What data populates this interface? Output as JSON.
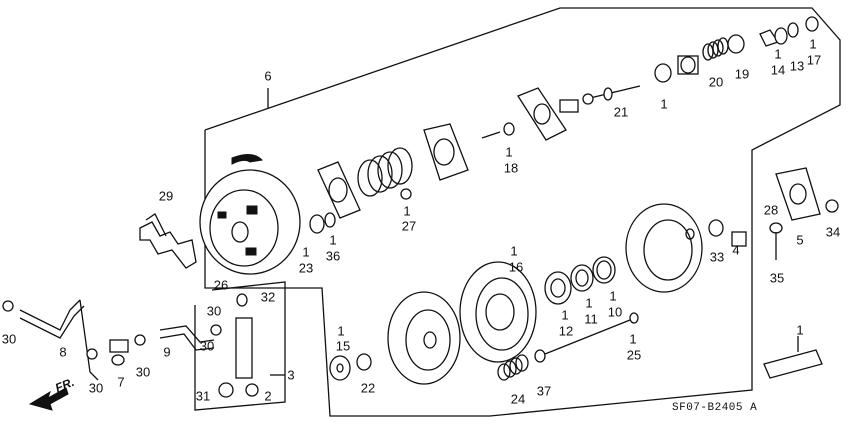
{
  "diagram": {
    "callouts": [
      {
        "id": "c6",
        "text": "6"
      },
      {
        "id": "c1a",
        "text": "1"
      },
      {
        "id": "c21",
        "text": "21"
      },
      {
        "id": "c20",
        "text": "20"
      },
      {
        "id": "c19",
        "text": "19"
      },
      {
        "id": "c1b",
        "text": "1"
      },
      {
        "id": "c14",
        "text": "14"
      },
      {
        "id": "c13",
        "text": "13"
      },
      {
        "id": "c1c",
        "text": "1"
      },
      {
        "id": "c17",
        "text": "17"
      },
      {
        "id": "c1d",
        "text": "1"
      },
      {
        "id": "c18",
        "text": "18"
      },
      {
        "id": "c1e",
        "text": "1"
      },
      {
        "id": "c27",
        "text": "27"
      },
      {
        "id": "c29",
        "text": "29"
      },
      {
        "id": "c1f",
        "text": "1"
      },
      {
        "id": "c23",
        "text": "23"
      },
      {
        "id": "c1g",
        "text": "1"
      },
      {
        "id": "c36",
        "text": "36"
      },
      {
        "id": "c26",
        "text": "26"
      },
      {
        "id": "c1h",
        "text": "1"
      },
      {
        "id": "c16",
        "text": "16"
      },
      {
        "id": "c28",
        "text": "28"
      },
      {
        "id": "c5",
        "text": "5"
      },
      {
        "id": "c34",
        "text": "34"
      },
      {
        "id": "c33",
        "text": "33"
      },
      {
        "id": "c4",
        "text": "4"
      },
      {
        "id": "c35",
        "text": "35"
      },
      {
        "id": "c32",
        "text": "32"
      },
      {
        "id": "c30a",
        "text": "30"
      },
      {
        "id": "c30b",
        "text": "30"
      },
      {
        "id": "c8",
        "text": "8"
      },
      {
        "id": "c9",
        "text": "9"
      },
      {
        "id": "c30c",
        "text": "30"
      },
      {
        "id": "c30d",
        "text": "30"
      },
      {
        "id": "c7",
        "text": "7"
      },
      {
        "id": "c30e",
        "text": "30"
      },
      {
        "id": "c3",
        "text": "3"
      },
      {
        "id": "c31",
        "text": "31"
      },
      {
        "id": "c2",
        "text": "2"
      },
      {
        "id": "c1i",
        "text": "1"
      },
      {
        "id": "c15",
        "text": "15"
      },
      {
        "id": "c22",
        "text": "22"
      },
      {
        "id": "c1j",
        "text": "1"
      },
      {
        "id": "c12",
        "text": "12"
      },
      {
        "id": "c1k",
        "text": "1"
      },
      {
        "id": "c11",
        "text": "11"
      },
      {
        "id": "c1l",
        "text": "1"
      },
      {
        "id": "c10",
        "text": "10"
      },
      {
        "id": "c1m",
        "text": "1"
      },
      {
        "id": "c25",
        "text": "25"
      },
      {
        "id": "c24",
        "text": "24"
      },
      {
        "id": "c37",
        "text": "37"
      },
      {
        "id": "c1n",
        "text": "1"
      }
    ],
    "part_code": "SF07-B2405 A",
    "direction_label": "FR."
  }
}
